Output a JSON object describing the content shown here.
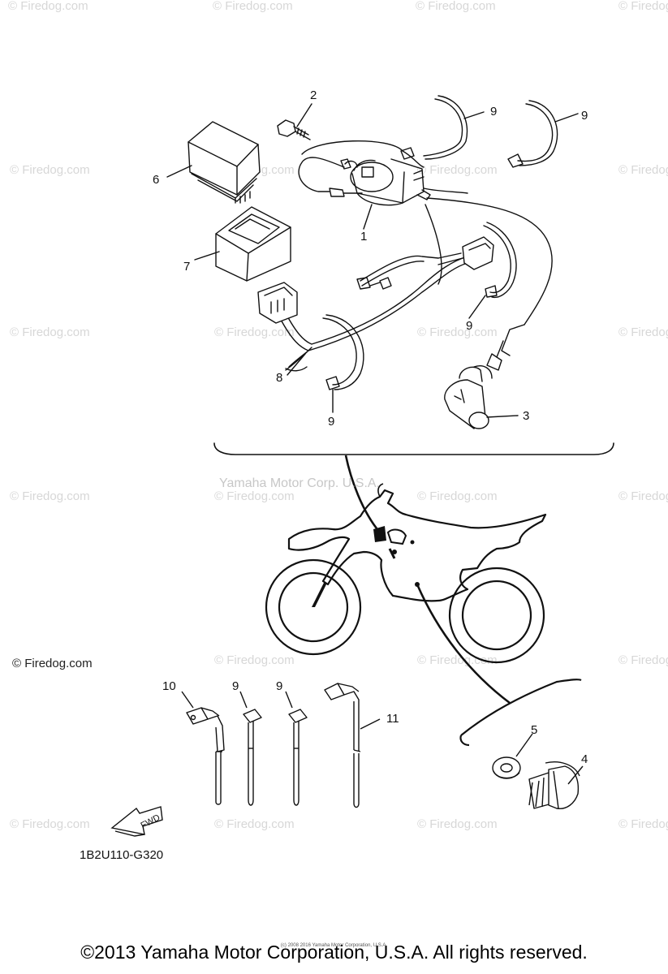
{
  "watermark": {
    "text": "© Firedog.com"
  },
  "diagram": {
    "callouts": {
      "p1": "1",
      "p2": "2",
      "p3": "3",
      "p4": "4",
      "p5": "5",
      "p6": "6",
      "p7": "7",
      "p8": "8",
      "p9a": "9",
      "p9b": "9",
      "p9c": "9",
      "p9d": "9",
      "p9e": "9",
      "p9f": "9",
      "p10": "10",
      "p11": "11"
    },
    "image_credit": "Yamaha Motor Corp. U.S.A.",
    "fwd_label": "FWD",
    "diagram_code": "1B2U110-G320"
  },
  "footer": {
    "tiny_credit": "(c) 2008 2016 Yamaha Motor Corporation, U.S.A.",
    "copyright": "©2013 Yamaha Motor Corporation, U.S.A. All rights reserved."
  }
}
